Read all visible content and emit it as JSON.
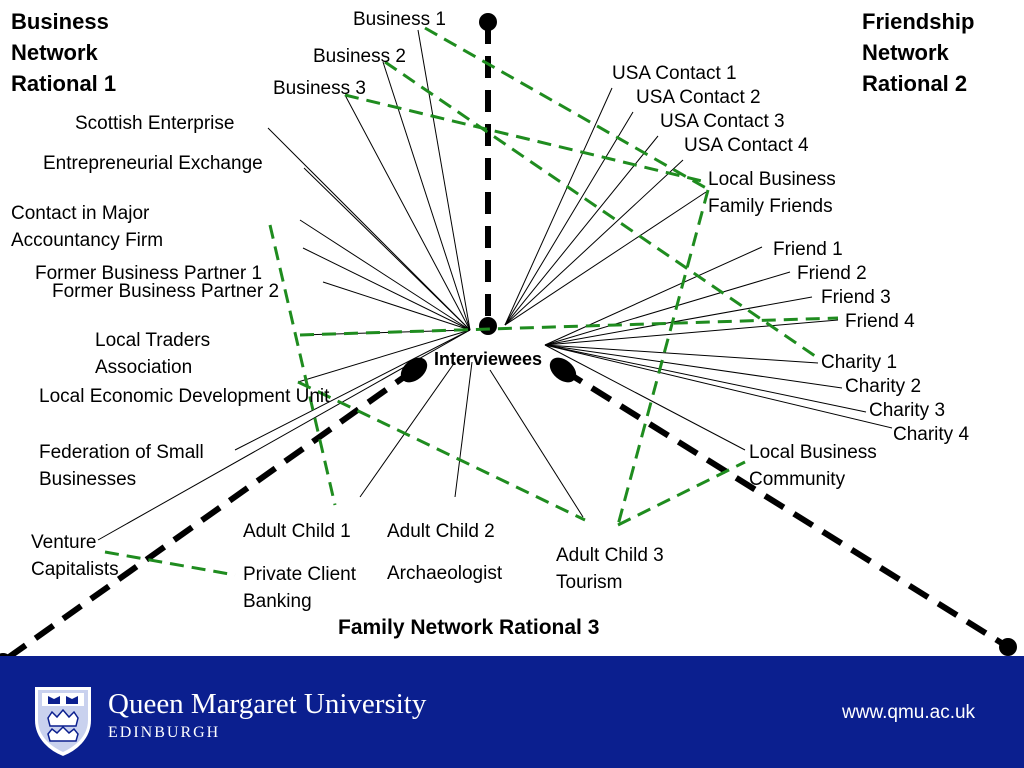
{
  "corners": {
    "business": "Business Network Rational 1",
    "friendship": "Friendship Network Rational 2",
    "family": "Family Network Rational 3"
  },
  "center_label": "Interviewees",
  "nodes": {
    "business_1": "Business 1",
    "business_2": "Business 2",
    "business_3": "Business 3",
    "scottish_enterprise": "Scottish Enterprise",
    "entrepreneurial_exchange": "Entrepreneurial Exchange",
    "accountancy_firm": "Contact in Major Accountancy Firm",
    "former_partner_1": "Former Business Partner 1",
    "former_partner_2": "Former Business Partner 2",
    "local_traders": "Local Traders Association",
    "economic_unit": "Local Economic Development Unit",
    "federation": "Federation of Small Businesses",
    "venture_capitalists": "Venture Capitalists",
    "usa_1": "USA Contact 1",
    "usa_2": "USA Contact 2",
    "usa_3": "USA Contact 3",
    "usa_4": "USA Contact 4",
    "local_business_family": "Local Business Family Friends",
    "friend_1": "Friend 1",
    "friend_2": "Friend 2",
    "friend_3": "Friend 3",
    "friend_4": "Friend 4",
    "charity_1": "Charity 1",
    "charity_2": "Charity 2",
    "charity_3": "Charity 3",
    "charity_4": "Charity 4",
    "local_business_community": "Local Business Community",
    "adult_child_1": "Adult Child 1",
    "adult_child_2": "Adult Child 2",
    "adult_child_3": "Adult Child 3",
    "private_client": "Private Client Banking",
    "archaeologist": "Archaeologist",
    "tourism": "Tourism"
  },
  "footer": {
    "university": "Queen Margaret University",
    "city": "EDINBURGH",
    "url": "www.qmu.ac.uk"
  },
  "colors": {
    "footer_bg": "#0b1f8f",
    "green_dashed": "#1f8c1f",
    "axis": "#000000",
    "text": "#000000"
  }
}
